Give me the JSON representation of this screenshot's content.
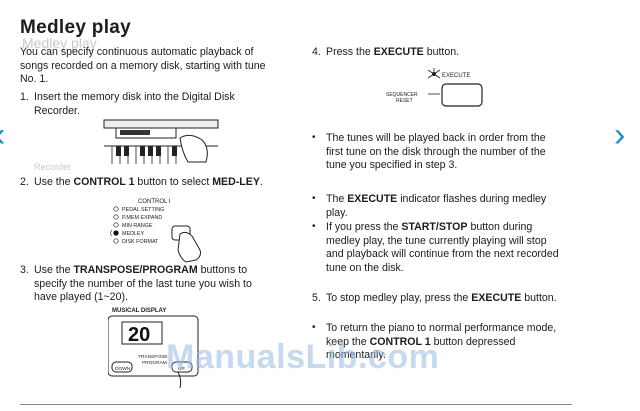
{
  "title": "Medley play",
  "ghost_title": "Medley play",
  "intro": "You can specify continuous automatic playback of songs recorded on a memory disk, starting with tune No. 1.",
  "step1": {
    "num": "1.",
    "text": "Insert the memory disk into the Digital Disk Recorder."
  },
  "step1_ghost": "Recorder",
  "step2": {
    "num": "2.",
    "pre": "Use the ",
    "bold": "CONTROL 1",
    "post": " button to select ",
    "bold2": "MED-LEY",
    "end": "."
  },
  "step3": {
    "num": "3.",
    "pre": "Use the ",
    "bold": "TRANSPOSE/PROGRAM",
    "post": " buttons to specify the number of the last tune you wish to have played (1~20)."
  },
  "step4": {
    "num": "4.",
    "pre": "Press the ",
    "bold": "EXECUTE",
    "post": " button."
  },
  "bullet1": "The tunes will be played back in order from the first tune on the disk through the number of the tune you specified in step 3.",
  "bullet2": {
    "pre": "The ",
    "bold": "EXECUTE",
    "post": " indicator flashes during medley play."
  },
  "bullet3": {
    "pre": "If you press the ",
    "bold": "START/STOP",
    "post": " button during medley play, the tune currently playing will stop and playback will continue from the next recorded tune on the disk."
  },
  "step5": {
    "num": "5.",
    "pre": "To stop medley play, press the ",
    "bold": "EXECUTE",
    "post": " button."
  },
  "bullet4": {
    "pre": "To return the piano to normal performance mode, keep the ",
    "bold": "CONTROL 1",
    "post": " button depressed momentarily."
  },
  "bullet_symbol": "•",
  "control_panel": {
    "heading": "CONTROL I",
    "options": [
      "PEDAL SETTING",
      "P.MEM EXPAND",
      "MIN RANGE",
      "MEDLEY",
      "DISK FORMAT"
    ],
    "selected": "MEDLEY"
  },
  "display_panel": {
    "heading": "MUSICAL DISPLAY",
    "readout": "20",
    "label1": "TRANSPOSE",
    "label2": "PROGRAM",
    "down": "DOWN",
    "up": "UP"
  },
  "execute_panel": {
    "label": "EXECUTE",
    "seq1": "SEQUENCER",
    "seq2": "RESET"
  },
  "nav": {
    "prev": "‹",
    "next": "›"
  },
  "watermark": "ManualsLib.com"
}
